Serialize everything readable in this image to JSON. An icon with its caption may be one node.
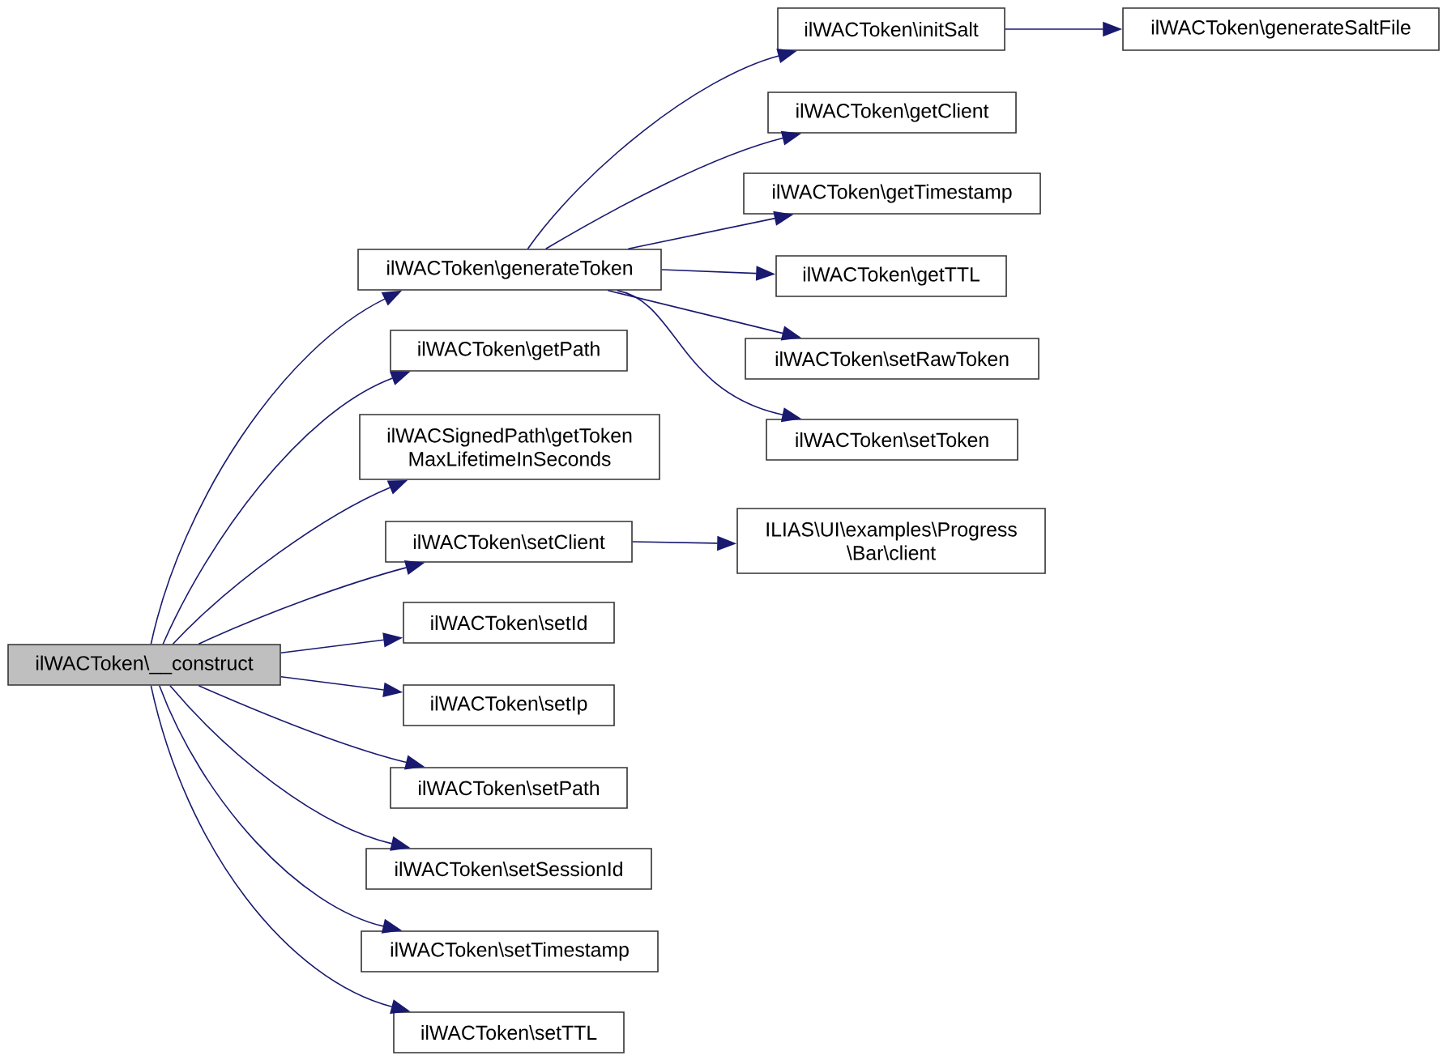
{
  "diagram": {
    "nodes": [
      {
        "text": [
          "ilWACToken\\__construct"
        ]
      },
      {
        "text": [
          "ilWACToken\\generateToken"
        ]
      },
      {
        "text": [
          "ilWACToken\\getPath"
        ]
      },
      {
        "text": [
          "ilWACSignedPath\\getToken MaxLifetimeInSeconds"
        ]
      },
      {
        "text": [
          "ilWACToken\\setClient"
        ]
      },
      {
        "text": [
          "ilWACToken\\setId"
        ]
      },
      {
        "text": [
          "ilWACToken\\setIp"
        ]
      },
      {
        "text": [
          "ilWACToken\\setPath"
        ]
      },
      {
        "text": [
          "ilWACToken\\setSessionId"
        ]
      },
      {
        "text": [
          "ilWACToken\\setTimestamp"
        ]
      },
      {
        "text": [
          "ilWACToken\\setTTL"
        ]
      },
      {
        "text": [
          "ilWACToken\\initSalt"
        ]
      },
      {
        "text": [
          "ilWACToken\\getClient"
        ]
      },
      {
        "text": [
          "ilWACToken\\getTimestamp"
        ]
      },
      {
        "text": [
          "ilWACToken\\getTTL"
        ]
      },
      {
        "text": [
          "ilWACToken\\setRawToken"
        ]
      },
      {
        "text": [
          "ilWACToken\\setToken"
        ]
      },
      {
        "text": [
          "ILIAS\\UI\\examples\\Progress \\Bar\\client"
        ]
      },
      {
        "text": [
          "ilWACToken\\generateSaltFile"
        ]
      }
    ],
    "edges": [
      {
        "from": 0,
        "to": 1,
        "arrow": "to"
      },
      {
        "from": 0,
        "to": 2,
        "arrow": "to"
      },
      {
        "from": 0,
        "to": 3,
        "arrow": "to"
      },
      {
        "from": 0,
        "to": 4,
        "arrow": "to"
      },
      {
        "from": 0,
        "to": 5,
        "arrow": "to"
      },
      {
        "from": 0,
        "to": 6,
        "arrow": "to"
      },
      {
        "from": 0,
        "to": 7,
        "arrow": "to"
      },
      {
        "from": 0,
        "to": 8,
        "arrow": "to"
      },
      {
        "from": 0,
        "to": 9,
        "arrow": "to"
      },
      {
        "from": 0,
        "to": 10,
        "arrow": "to"
      },
      {
        "from": 1,
        "to": 11,
        "arrow": "to"
      },
      {
        "from": 1,
        "to": 12,
        "arrow": "to"
      },
      {
        "from": 1,
        "to": 13,
        "arrow": "to"
      },
      {
        "from": 1,
        "to": 14,
        "arrow": "to"
      },
      {
        "from": 1,
        "to": 15,
        "arrow": "to"
      },
      {
        "from": 1,
        "to": 16,
        "arrow": "to"
      },
      {
        "from": 11,
        "to": 18,
        "arrow": "to"
      },
      {
        "from": 4,
        "to": 17,
        "arrow": "to"
      }
    ]
  }
}
